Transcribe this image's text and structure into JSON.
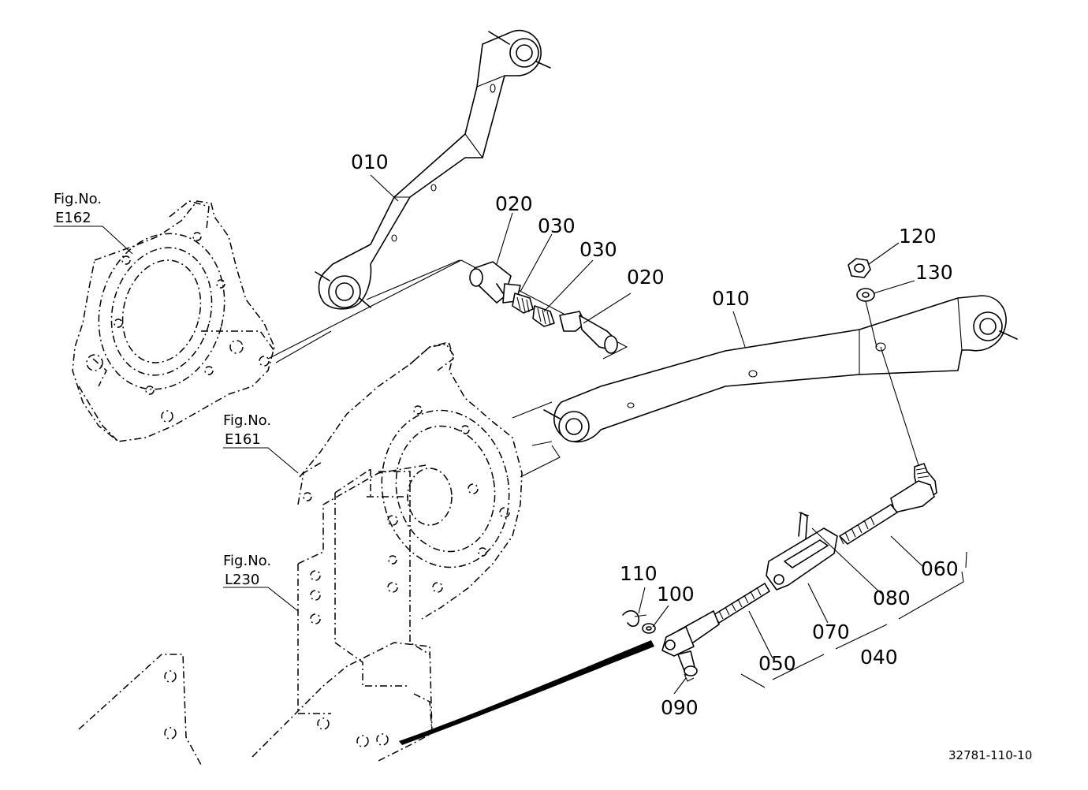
{
  "labels": {
    "p010_top": "010",
    "p010_right": "010",
    "p020_left": "020",
    "p020_right": "020",
    "p030_left": "030",
    "p030_right": "030",
    "p040": "040",
    "p050": "050",
    "p060": "060",
    "p070": "070",
    "p080": "080",
    "p090": "090",
    "p100": "100",
    "p110": "110",
    "p120": "120",
    "p130": "130"
  },
  "figure_refs": {
    "e162": {
      "prefix": "Fig.No.",
      "code": "E162"
    },
    "e161": {
      "prefix": "Fig.No.",
      "code": "E161"
    },
    "l230": {
      "prefix": "Fig.No.",
      "code": "L230"
    }
  },
  "drawing_number": "32781-110-10"
}
